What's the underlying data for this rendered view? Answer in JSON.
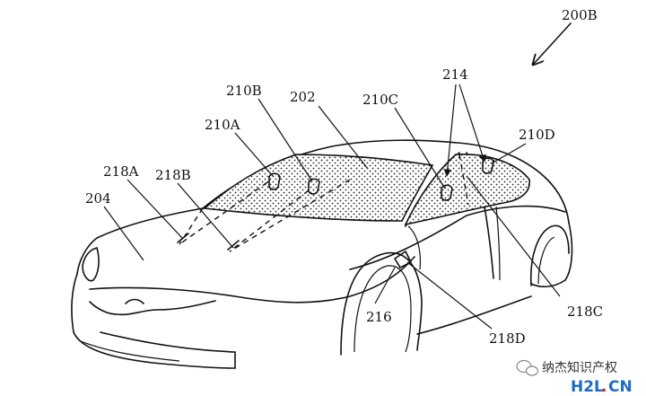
{
  "figure": {
    "figure_label": "200B",
    "refs": {
      "r202": "202",
      "r204": "204",
      "r210A": "210A",
      "r210B": "210B",
      "r210C": "210C",
      "r210D": "210D",
      "r214": "214",
      "r216": "216",
      "r218A": "218A",
      "r218B": "218B",
      "r218C": "218C",
      "r218D": "218D"
    }
  },
  "watermark": {
    "cn_text": "纳杰知识产权",
    "h2l_text": "H2L",
    "dot_text": ".",
    "cn_domain": "CN"
  }
}
